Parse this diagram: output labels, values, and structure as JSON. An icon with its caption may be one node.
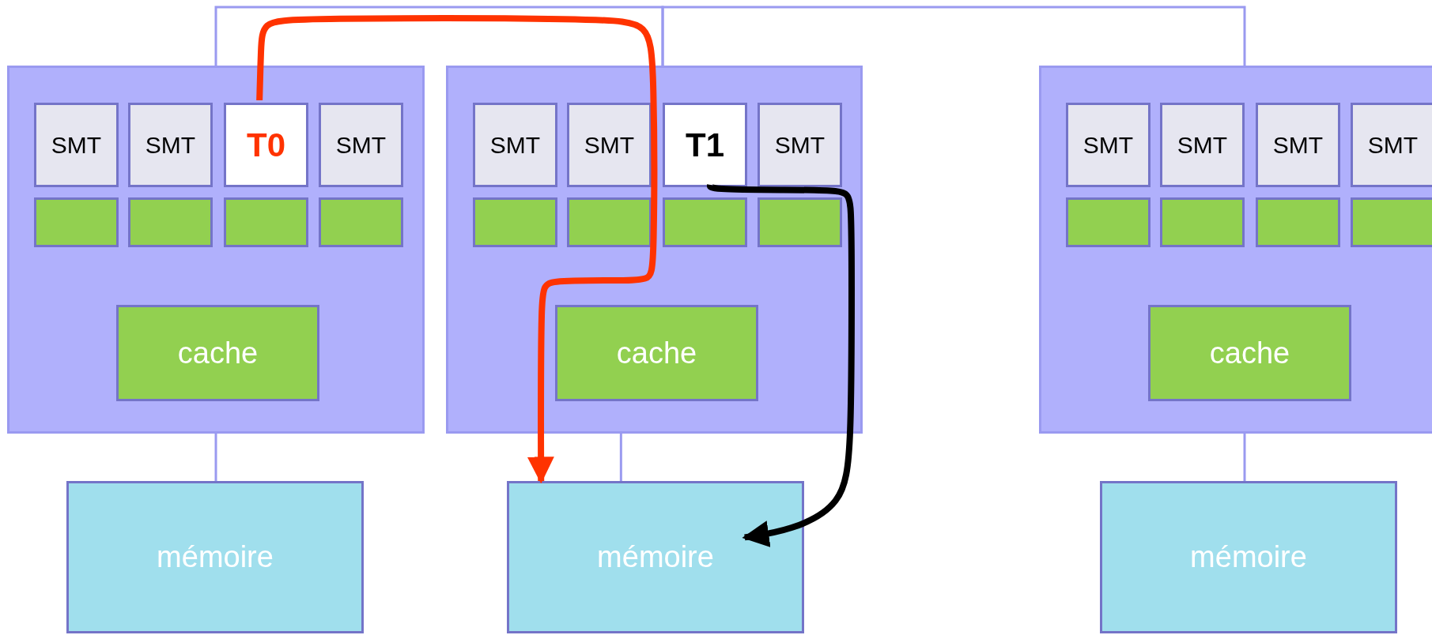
{
  "diagram": {
    "nodes": [
      {
        "text": [],
        "shape": "box"
      },
      {
        "text": [
          "SMT"
        ],
        "in": 0
      },
      {
        "text": [
          "SMT"
        ],
        "in": 0
      },
      {
        "text": [
          "T0"
        ],
        "in": 0
      },
      {
        "text": [
          "SMT"
        ],
        "in": 0
      },
      {
        "text": [],
        "shape": "box",
        "in": 0
      },
      {
        "text": [],
        "shape": "box",
        "in": 0
      },
      {
        "text": [],
        "shape": "box",
        "in": 0
      },
      {
        "text": [],
        "shape": "box",
        "in": 0
      },
      {
        "text": [
          "cache"
        ],
        "in": 0
      },
      {
        "text": [],
        "shape": "box"
      },
      {
        "text": [
          "SMT"
        ],
        "in": 10
      },
      {
        "text": [
          "SMT"
        ],
        "in": 10
      },
      {
        "text": [
          "T1"
        ],
        "in": 10
      },
      {
        "text": [
          "SMT"
        ],
        "in": 10
      },
      {
        "text": [],
        "shape": "box",
        "in": 10
      },
      {
        "text": [],
        "shape": "box",
        "in": 10
      },
      {
        "text": [],
        "shape": "box",
        "in": 10
      },
      {
        "text": [],
        "shape": "box",
        "in": 10
      },
      {
        "text": [
          "cache"
        ],
        "in": 10
      },
      {
        "text": [],
        "shape": "box"
      },
      {
        "text": [
          "SMT"
        ],
        "in": 20
      },
      {
        "text": [
          "SMT"
        ],
        "in": 20
      },
      {
        "text": [
          "SMT"
        ],
        "in": 20
      },
      {
        "text": [
          "SMT"
        ],
        "in": 20
      },
      {
        "text": [],
        "shape": "box",
        "in": 20
      },
      {
        "text": [],
        "shape": "box",
        "in": 20
      },
      {
        "text": [],
        "shape": "box",
        "in": 20
      },
      {
        "text": [],
        "shape": "box",
        "in": 20
      },
      {
        "text": [
          "cache"
        ],
        "in": 20
      },
      {
        "text": [
          "mémoire"
        ]
      },
      {
        "text": [
          "mémoire"
        ]
      },
      {
        "text": [
          "mémoire"
        ]
      }
    ],
    "edges": [
      {
        "from": 0,
        "to": 10,
        "arrow": "none"
      },
      {
        "from": 10,
        "to": 20,
        "arrow": "none"
      },
      {
        "from": 0,
        "to": 30,
        "arrow": "none"
      },
      {
        "from": 10,
        "to": 31,
        "arrow": "none"
      },
      {
        "from": 20,
        "to": 32,
        "arrow": "none"
      },
      {
        "from": 3,
        "to": 31,
        "arrow": "to",
        "style": "thick",
        "color": "#ff3300"
      },
      {
        "from": 13,
        "to": 31,
        "arrow": "to",
        "style": "thick",
        "color": "#000000"
      }
    ]
  }
}
